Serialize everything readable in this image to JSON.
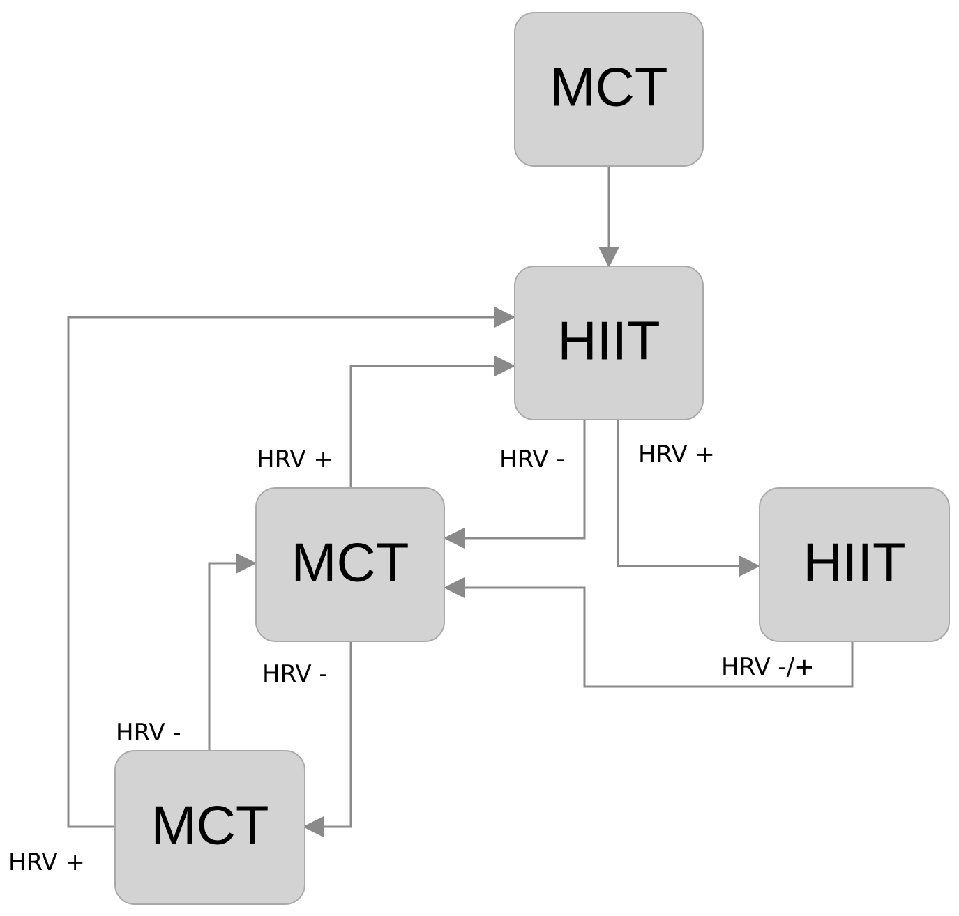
{
  "colors": {
    "node_fill": "#d3d3d3",
    "node_border": "#a9a9a9",
    "edge": "#8a8a8a",
    "text": "#000000"
  },
  "nodes": {
    "mct_top": "MCT",
    "hiit_center": "HIIT",
    "mct_middle": "MCT",
    "hiit_right": "HIIT",
    "mct_bottom": "MCT"
  },
  "edges": {
    "mct_top_to_hiit_center": "",
    "hiit_center_to_mct_middle": "HRV -",
    "hiit_center_to_hiit_right": "HRV +",
    "mct_middle_to_hiit_center": "HRV +",
    "mct_middle_to_mct_bottom": "HRV -",
    "mct_bottom_to_mct_middle": "HRV -",
    "mct_bottom_to_hiit_center": "HRV +",
    "hiit_right_to_mct_middle": "HRV -/+"
  }
}
